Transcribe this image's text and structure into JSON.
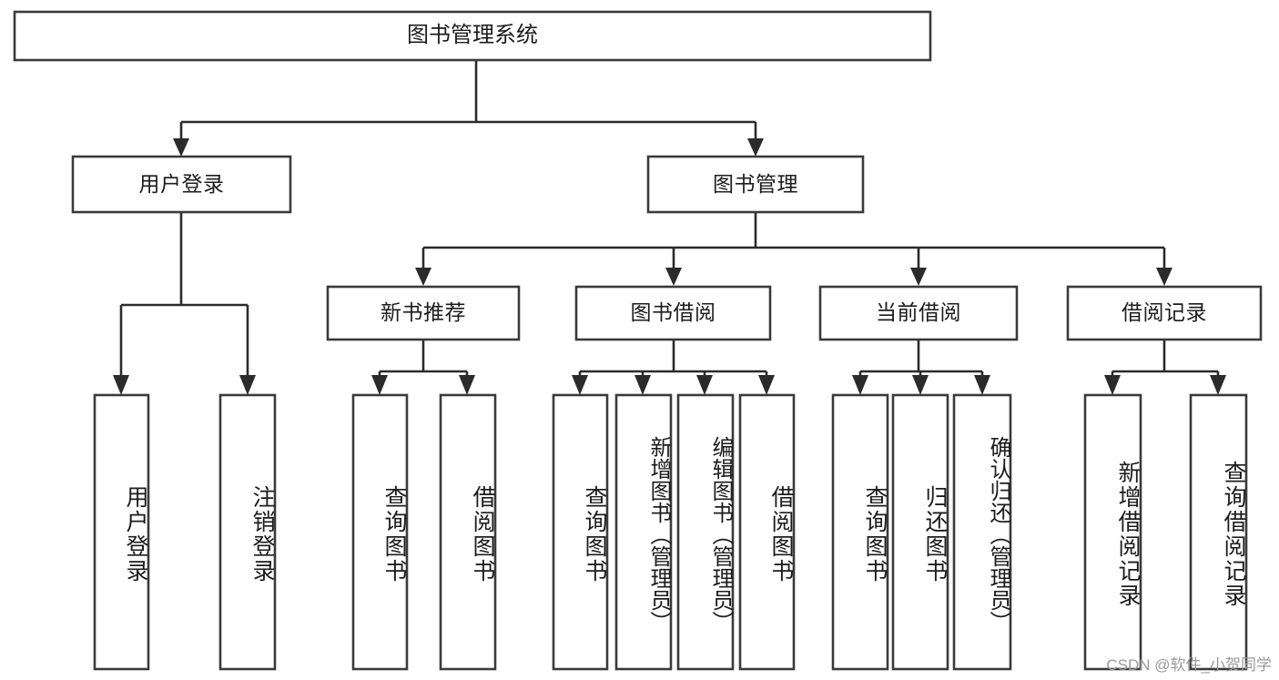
{
  "diagram": {
    "title": "图书管理系统",
    "type": "tree-hierarchy-diagram",
    "colors": {
      "box_stroke": "#3a3a3a",
      "connector": "#2b2b2b",
      "background": "#ffffff",
      "text": "#1c1c1c",
      "watermark": "#9a9a9a"
    },
    "root": {
      "label": "图书管理系统"
    },
    "level2": [
      {
        "label": "用户登录"
      },
      {
        "label": "图书管理"
      }
    ],
    "level3": [
      {
        "label": "新书推荐"
      },
      {
        "label": "图书借阅"
      },
      {
        "label": "当前借阅"
      },
      {
        "label": "借阅记录"
      }
    ],
    "leaves": {
      "user_login": [
        {
          "label": "用户登录"
        },
        {
          "label": "注销登录"
        }
      ],
      "new_book_recommend": [
        {
          "label": "查询图书"
        },
        {
          "label": "借阅图书"
        }
      ],
      "book_borrow": [
        {
          "label": "查询图书"
        },
        {
          "label": "新增图书（管理员）"
        },
        {
          "label": "编辑图书（管理员）"
        },
        {
          "label": "借阅图书"
        }
      ],
      "current_borrow": [
        {
          "label": "查询图书"
        },
        {
          "label": "归还图书"
        },
        {
          "label": "确认归还（管理员）"
        }
      ],
      "borrow_record": [
        {
          "label": "新增借阅记录"
        },
        {
          "label": "查询借阅记录"
        }
      ]
    }
  },
  "watermark": {
    "text": "CSDN @软件_小贺同学"
  }
}
